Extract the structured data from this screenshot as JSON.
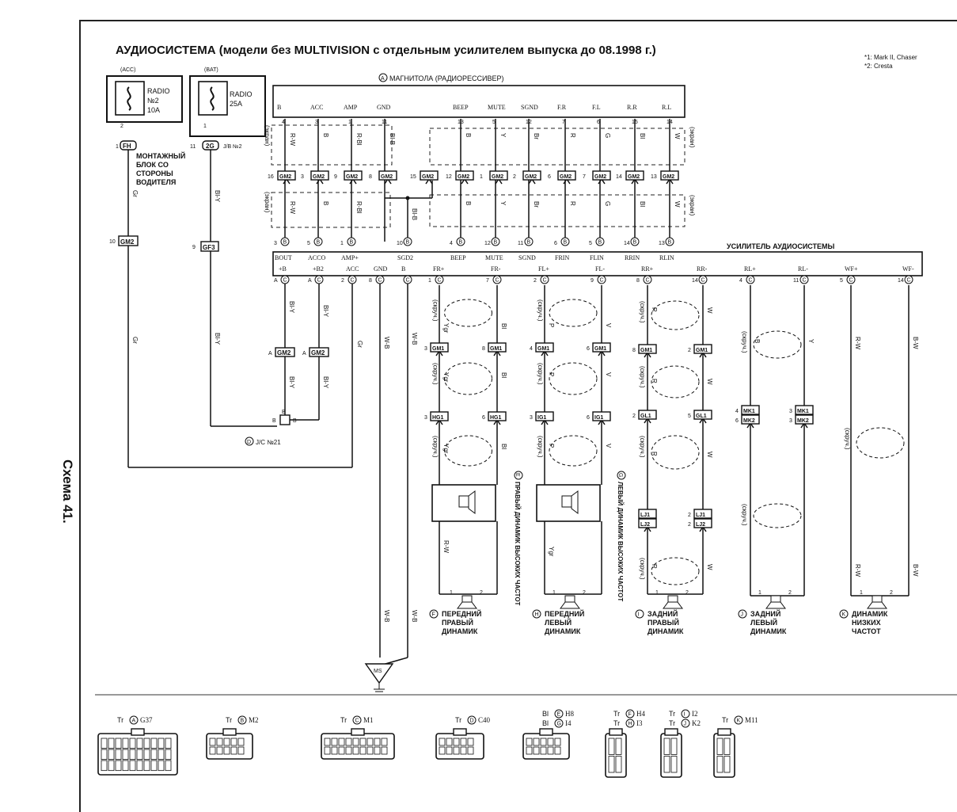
{
  "title": "АУДИОСИСТЕМА (модели без MULTIVISION с отдельным усилителем выпуска до 08.1998 г.)",
  "notes": [
    "*1: Mark II, Chaser",
    "*2: Cresta"
  ],
  "side_label": "Схема 41.",
  "fuses": [
    {
      "circuit": "(ACC)",
      "name": "RADIO",
      "line2": "№2",
      "rating": "10A",
      "pin": "2",
      "conn_pin": "1",
      "conn": "FH"
    },
    {
      "circuit": "(BAT)",
      "name": "RADIO",
      "line2": "",
      "rating": "25A",
      "pin": "1",
      "conn_pin": "11",
      "conn": "2G",
      "conn_suffix": "J/B №2"
    }
  ],
  "jb_label": [
    "МОНТАЖНЫЙ",
    "БЛОК СО",
    "СТОРОНЫ",
    "ВОДИТЕЛЯ"
  ],
  "head_unit": {
    "tag": "A",
    "label": "МАГНИТОЛА (РАДИОРЕССИВЕР)",
    "terminals": [
      "B",
      "ACC",
      "AMP",
      "GND",
      "BEEP",
      "MUTE",
      "SGND",
      "F.R",
      "F.L",
      "R.R",
      "R.L"
    ],
    "pins": [
      "4",
      "3",
      "1",
      "11",
      "13",
      "5",
      "12",
      "7",
      "6",
      "15",
      "14"
    ]
  },
  "gm2_row": {
    "conn": "GM2",
    "pins": [
      "16",
      "3",
      "9",
      "8",
      "15",
      "12",
      "1",
      "2",
      "6",
      "7",
      "14",
      "13"
    ]
  },
  "amp": {
    "label": "УСИЛИТЕЛЬ АУДИОСИСТЕМЫ",
    "top_terminals": [
      "BOUT",
      "ACCO",
      "AMP+",
      "SGD2",
      "BEEP",
      "MUTE",
      "SGND",
      "FRIN",
      "FLIN",
      "RRIN",
      "RLIN"
    ],
    "top_pins": [
      "3",
      "5",
      "1",
      "10",
      "4",
      "12",
      "11",
      "6",
      "5",
      "14",
      "13"
    ],
    "bottom_terminals": [
      "+B",
      "+B2",
      "ACC",
      "GND",
      "B",
      "FR+",
      "FR-",
      "FL+",
      "FL-",
      "RR+",
      "RR-",
      "RL+",
      "RL-",
      "WF+",
      "WF-"
    ],
    "bottom_pins": [
      "A",
      "A",
      "2",
      "8",
      "",
      "1",
      "7",
      "2",
      "9",
      "8",
      "14",
      "4",
      "11",
      "5",
      "14"
    ]
  },
  "wire_colors": {
    "upper": [
      "R-W",
      "B",
      "R-Bl",
      "Bl-B",
      "B",
      "Y",
      "Br",
      "R",
      "G",
      "Bl",
      "W"
    ],
    "power": [
      "Gr",
      "Bl-Y",
      "Bl-Y",
      "Bl-Y",
      "Gr",
      "W-B",
      "W-B"
    ],
    "front": [
      "Ygr",
      "Bl",
      "P",
      "V"
    ],
    "rear": [
      "R",
      "W",
      "B",
      "Y"
    ],
    "sub": [
      "R-W",
      "B-W"
    ]
  },
  "splice": {
    "tag": "D",
    "label": "J/C №21",
    "conn": "B"
  },
  "misc_labels": {
    "shield": "(экран)",
    "twist": "(скруч.)",
    "ground": "MS",
    "bl_y": "Bl-Y"
  },
  "connectors": {
    "gm1": "GM1",
    "hg1": "HG1",
    "ig1": "IG1",
    "gl1": "GL1",
    "lj1": "LJ1",
    "lj2": "LJ2",
    "mk1": "MK1",
    "mk2": "MK2",
    "gf3": "GF3"
  },
  "speakers": [
    {
      "tag": "F",
      "lines": [
        "ПЕРЕДНИЙ",
        "ПРАВЫЙ",
        "ДИНАМИК"
      ]
    },
    {
      "tag": "H",
      "lines": [
        "ПЕРЕДНИЙ",
        "ЛЕВЫЙ",
        "ДИНАМИК"
      ]
    },
    {
      "tag": "I",
      "lines": [
        "ЗАДНИЙ",
        "ПРАВЫЙ",
        "ДИНАМИК"
      ]
    },
    {
      "tag": "J",
      "lines": [
        "ЗАДНИЙ",
        "ЛЕВЫЙ",
        "ДИНАМИК"
      ]
    },
    {
      "tag": "K",
      "lines": [
        "ДИНАМИК",
        "НИЗКИХ",
        "ЧАСТОТ"
      ]
    }
  ],
  "tweeters": [
    {
      "tag": "E",
      "text": "ПРАВЫЙ ДИНАМИК ВЫСОКИХ ЧАСТОТ"
    },
    {
      "tag": "G",
      "text": "ЛЕВЫЙ ДИНАМИК ВЫСОКИХ ЧАСТОТ"
    }
  ],
  "legend": [
    {
      "prefix": "Tr",
      "tag": "A",
      "code": "G37"
    },
    {
      "prefix": "Tr",
      "tag": "B",
      "code": "M2"
    },
    {
      "prefix": "Tr",
      "tag": "C",
      "code": "M1"
    },
    {
      "prefix": "Tr",
      "tag": "D",
      "code": "C40"
    },
    {
      "prefix": "Bl",
      "tag": "E",
      "code": "H8",
      "prefix2": "Bl",
      "tag2": "G",
      "code2": "I4"
    },
    {
      "prefix": "Tr",
      "tag": "F",
      "code": "H4",
      "prefix2": "Tr",
      "tag2": "H",
      "code2": "I3"
    },
    {
      "prefix": "Tr",
      "tag": "I",
      "code": "I2",
      "prefix2": "Tr",
      "tag2": "J",
      "code2": "K2"
    },
    {
      "prefix": "Tr",
      "tag": "K",
      "code": "M11"
    }
  ]
}
